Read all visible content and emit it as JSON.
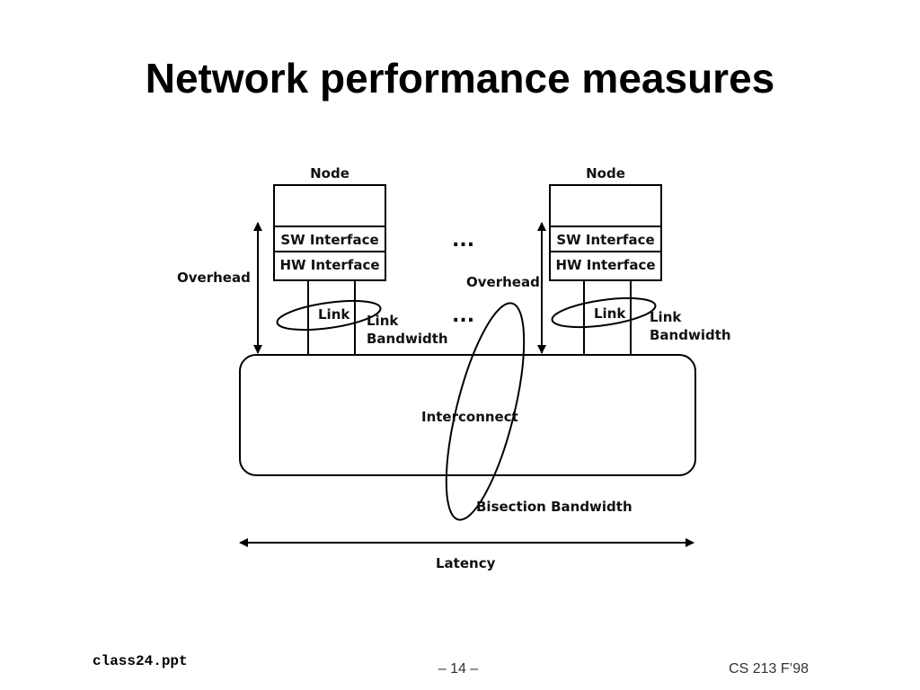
{
  "slide": {
    "title": "Network performance measures"
  },
  "diagram": {
    "left_node": {
      "title": "Node",
      "sw_interface": "SW Interface",
      "hw_interface": "HW Interface",
      "overhead": "Overhead",
      "link": "Link",
      "link_bandwidth_line1": "Link",
      "link_bandwidth_line2": "Bandwidth"
    },
    "right_node": {
      "title": "Node",
      "sw_interface": "SW Interface",
      "hw_interface": "HW Interface",
      "overhead": "Overhead",
      "link": "Link",
      "link_bandwidth_line1": "Link",
      "link_bandwidth_line2": "Bandwidth"
    },
    "ellipsis": "...",
    "interconnect": "Interconnect",
    "bisection_bandwidth": "Bisection Bandwidth",
    "latency": "Latency"
  },
  "footer": {
    "filename": "class24.ppt",
    "page": "– 14 –",
    "course": "CS 213 F’98"
  }
}
